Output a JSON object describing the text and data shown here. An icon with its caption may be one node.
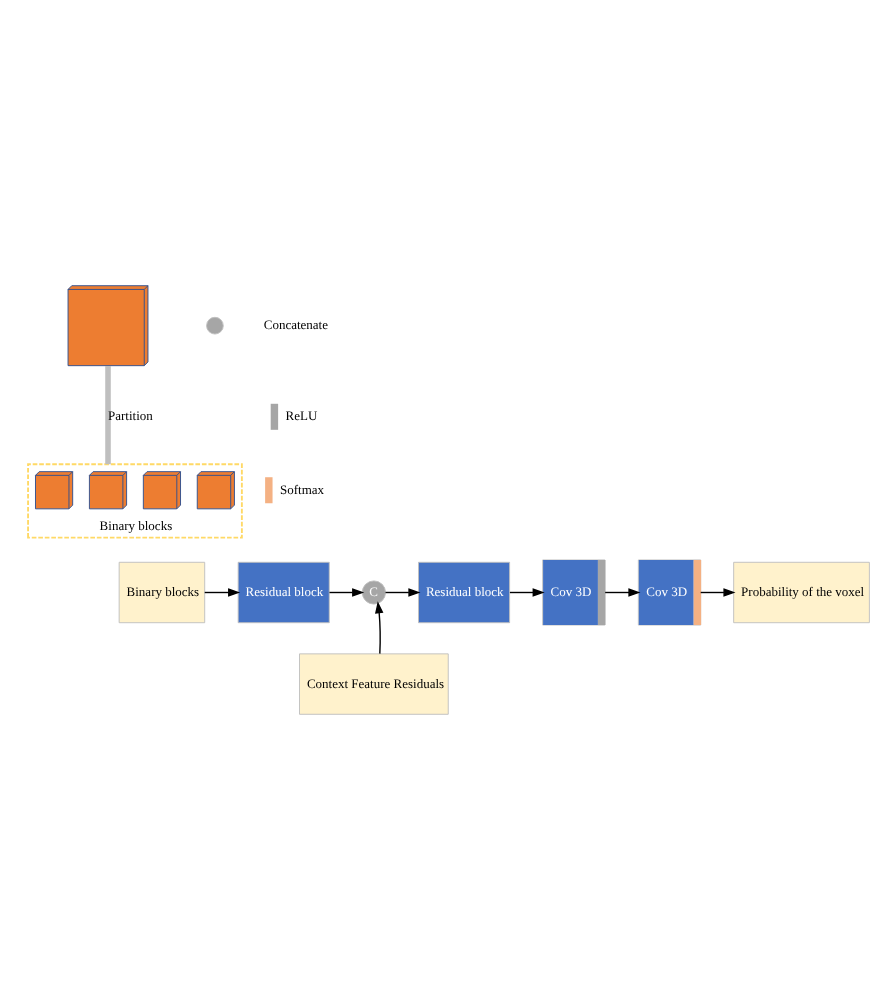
{
  "diagram": {
    "nodes": [
      {
        "text": [],
        "shape": "cube"
      },
      {
        "text": [
          "Binary blocks"
        ]
      },
      {
        "text": [],
        "shape": "cube",
        "in": 1
      },
      {
        "text": [],
        "shape": "cube",
        "in": 1
      },
      {
        "text": [],
        "shape": "cube",
        "in": 1
      },
      {
        "text": [],
        "shape": "cube",
        "in": 1
      },
      {
        "text": [
          "Binary blocks"
        ]
      },
      {
        "text": [
          "Residual block"
        ]
      },
      {
        "text": [
          "C"
        ]
      },
      {
        "text": [
          "Residual block"
        ]
      },
      {
        "text": [
          "Cov 3D"
        ]
      },
      {
        "text": [
          "Cov 3D"
        ]
      },
      {
        "text": [
          "Probability of the voxel"
        ]
      },
      {
        "text": [
          "Context Feature Residuals"
        ]
      }
    ],
    "edges": [
      {
        "from": 0,
        "to": 1,
        "arrow": "none",
        "label": "Partition",
        "color": "#bfbfbf",
        "style": "thick"
      },
      {
        "from": 6,
        "to": 7,
        "arrow": "to"
      },
      {
        "from": 7,
        "to": 8,
        "arrow": "to"
      },
      {
        "from": 8,
        "to": 9,
        "arrow": "to"
      },
      {
        "from": 9,
        "to": 10,
        "arrow": "to"
      },
      {
        "from": 10,
        "to": 11,
        "arrow": "to"
      },
      {
        "from": 11,
        "to": 12,
        "arrow": "to"
      },
      {
        "from": 13,
        "to": 8,
        "arrow": "to"
      }
    ],
    "legend": [
      {
        "text": "Concatenate"
      },
      {
        "text": "ReLU",
        "color": "#a6a6a6"
      },
      {
        "text": "Softmax",
        "color": "#f4b183"
      }
    ]
  }
}
